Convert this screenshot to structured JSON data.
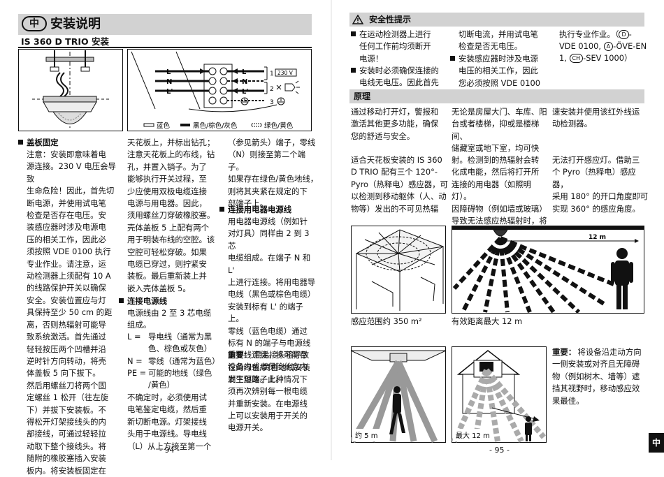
{
  "left": {
    "title_badge": "中",
    "title": "安装说明",
    "subtitle": "IS 360 D TRIO 安装",
    "wiring_legend": {
      "terminals_left": [
        "L",
        "N",
        "L'"
      ],
      "terminals_right": [
        "L",
        "N",
        "L'"
      ],
      "marker_1": "1",
      "voltage": "230 V",
      "marker_2": "2",
      "marker_3": "3",
      "blue": "蓝色",
      "black_brown_grey": "黑色/棕色/灰色",
      "green_yellow": "绿色/黄色"
    },
    "col1": {
      "heading": "盖板固定",
      "body": "注意：安装即意味着电\n源连接。230 V 电压会导致\n生命危险！因此，首先切\n断电源，并使用试电笔\n检查是否存在电压。安\n装感应器时涉及电源电\n压的相关工作，因此必\n须按照 VDE  0100 执行\n专业作业。请注意，运\n动检测器上须配有 10 A\n的线路保护开关以确保\n安全。安装位置应与灯\n具保持至少 50  cm 的距\n离，否则热辐射可能导\n致系统激活。首先通过\n轻轻按压两个凹槽并沿\n逆时针方向转动，将壳\n体盖板 5 向下拔下。\n然后用螺丝刀将两个固\n定螺丝 1 松开（往左旋\n下）并拔下安装板。不\n得松开灯架接线头的内\n部接线，可通过轻轻拉\n动取下整个接线头。将\n随附的橡胶塞插入安装\n板内。将安装板固定在"
    },
    "col2": {
      "body_top": "天花板上，并标出钻孔；\n注意天花板上的布线，钻\n孔，并置入销子。为了\n能够执行开关过程，至\n少应使用双极电缆连接\n电源与用电器。因此，\n须用螺丝刀穿破橡胶塞。\n壳体盖板 5 上配有两个\n用于明装布线的空腔。该\n空腔可轻松穿破。如果\n电缆已穿过，则拧紧安\n装板。最后重新装上并\n嵌入壳体盖板 5。",
      "heading2": "连接电源线",
      "body_mid": "电源线由 2 至 3 芯电缆\n组成。",
      "defs": [
        {
          "term": "L =",
          "desc": "导电线（通常为黑\n色、棕色或灰色）"
        },
        {
          "term": "N =",
          "desc": "零线（通常为蓝色）"
        },
        {
          "term": "PE =",
          "desc": "可能的地线（绿色\n/黄色）"
        }
      ],
      "body_bottom": "不确定时，必须使用试\n电笔鉴定电缆，然后重\n新切断电源。灯架接线\n头用于电源线。导电线\n（L）从上方接至第一个"
    },
    "col3": {
      "body_top": "（参见箭头）端子，零线\n（N）则接至第二个端子。\n如果存在绿色/黄色地线，\n则将其夹紧在规定的下\n部端子上。",
      "heading3": "连接用电器电源线",
      "body_mid": "用电器电源线（例如针\n对灯具）同样由 2 到 3 芯\n电缆组成。在端子 N 和 L'\n上进行连接。将用电器导\n电线（黑色或棕色电缆）\n安装到标有 L' 的端子上。\n零线（蓝色电缆）通过\n标有 N 的端子与电源线\n的零线连接。将可能存\n在的绿色/黄色地线安装\n到下部端子上。",
      "important_label": "重要：",
      "important_body": "混淆接头将导致\n设备内或者保险丝盒内\n发生短路。此种情况下\n须再次辨别每一根电缆\n并重新安装。在电源线\n上可以安装用于开关的\n电源开关。"
    },
    "page_number": "- 94 -"
  },
  "right": {
    "safety_title": "安全性提示",
    "safety_col1": "在运动检测器上进行\n任何工作前均须断开\n电源！",
    "safety_col1b": "安装时必须确保连接的\n电线无电压。因此首先",
    "safety_col2": "切断电流，并用试电笔\n检查是否无电压。",
    "safety_col2b": "安装感应器时涉及电源\n电压的相关工作，因此\n您必须按照 VDE 0100",
    "safety_col3": "执行专业作业。（",
    "safety_col3_badge1": "D",
    "safety_col3_l2": "VDE 0100,",
    "safety_col3_badge2": "A",
    "safety_col3_l2b": "-ÖVE-EN",
    "safety_col3_l3a": "1,",
    "safety_col3_badge3": "CH",
    "safety_col3_l3b": "-SEV 1000）",
    "principle_title": "原理",
    "principle_p1_col1": "通过移动打开灯，警报和\n激活其他更多功能，确保\n您的舒适与安全。",
    "principle_p1_col2": "无论是房屋大门、车库、阳\n台或者楼梯，抑或是楼梯间、\n储藏室或地下室，均可快",
    "principle_p1_col3": "速安装并使用该红外线运\n动检测器。",
    "principle_p2_col1": "适合天花板安装的 IS  360\nD  TRIO 配有三个 120°-\nPyro（热释电）感应器，可\n以检测到移动躯体（人、动\n物等）发出的不可见热辐",
    "principle_p2_col2": "射。检测到的热辐射会转\n化成电能，然后将打开所\n连接的用电器（如照明灯）。\n因障碍物（例如墙或玻璃）\n导致无法感应热辐射时，将",
    "principle_p2_col3": "无法打开感应灯。借助三\n个 Pyro（热释电）感应器，\n采用 180° 的开口角度即可\n实现 360° 的感应角度。",
    "img1_caption": "感应范围约 350 m²",
    "img2_label": "12 m",
    "img2_caption": "有效距离最大 12 m",
    "img3_label": "约 5 m",
    "img4_label": "最大 12 m",
    "important_label": "重要：",
    "important_body": "将设备沿走动方向\n一侧安装或对齐且无障碍\n物（例如树木、墙等）遮\n挡其视野时，移动感应效\n果最佳。",
    "page_number": "- 95 -",
    "side_tab": "中"
  }
}
